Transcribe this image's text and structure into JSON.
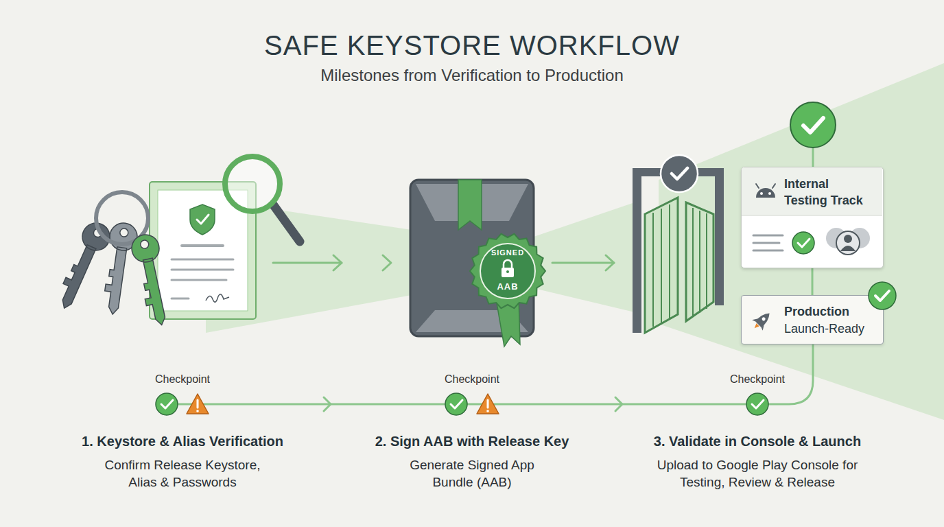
{
  "diagram": {
    "title": "SAFE KEYSTORE WORKFLOW",
    "nodes": [
      {
        "text": [
          "SIGNED",
          "AAB"
        ]
      },
      {
        "text": [
          "Internal Testing Track"
        ]
      },
      {
        "text": [
          "Production",
          "Launch-Ready"
        ]
      }
    ],
    "edges": [
      {
        "from": 1,
        "to": 2,
        "arrow": "none"
      }
    ],
    "labels": [
      "Milestones from Verification to Production",
      "Checkpoint",
      "Checkpoint",
      "Checkpoint",
      "1. Keystore & Alias Verification",
      "Confirm Release Keystore, Alias & Passwords",
      "2. Sign AAB with Release Key",
      "Generate Signed App Bundle (AAB)",
      "3. Validate in Console & Launch",
      "Upload to Google Play Console for Testing, Review & Release"
    ]
  }
}
